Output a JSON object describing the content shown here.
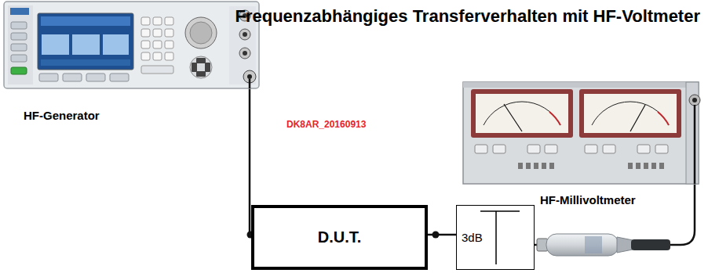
{
  "diagram": {
    "title": "Frequenzabhängiges Transferverhalten mit HF-Voltmeter",
    "nodes": [
      {
        "text": [
          "HF-Generator"
        ]
      },
      {
        "text": [
          "D.U.T."
        ]
      },
      {
        "text": [
          "3dB"
        ]
      },
      {
        "text": [
          "HF-Millivoltmeter"
        ]
      }
    ],
    "edges": [
      {
        "from": 0,
        "to": 1,
        "arrow": "none"
      },
      {
        "from": 1,
        "to": 2,
        "arrow": "none"
      },
      {
        "from": 2,
        "to": 3,
        "arrow": "none"
      }
    ],
    "labels": [
      "DK8AR_20160913"
    ]
  }
}
